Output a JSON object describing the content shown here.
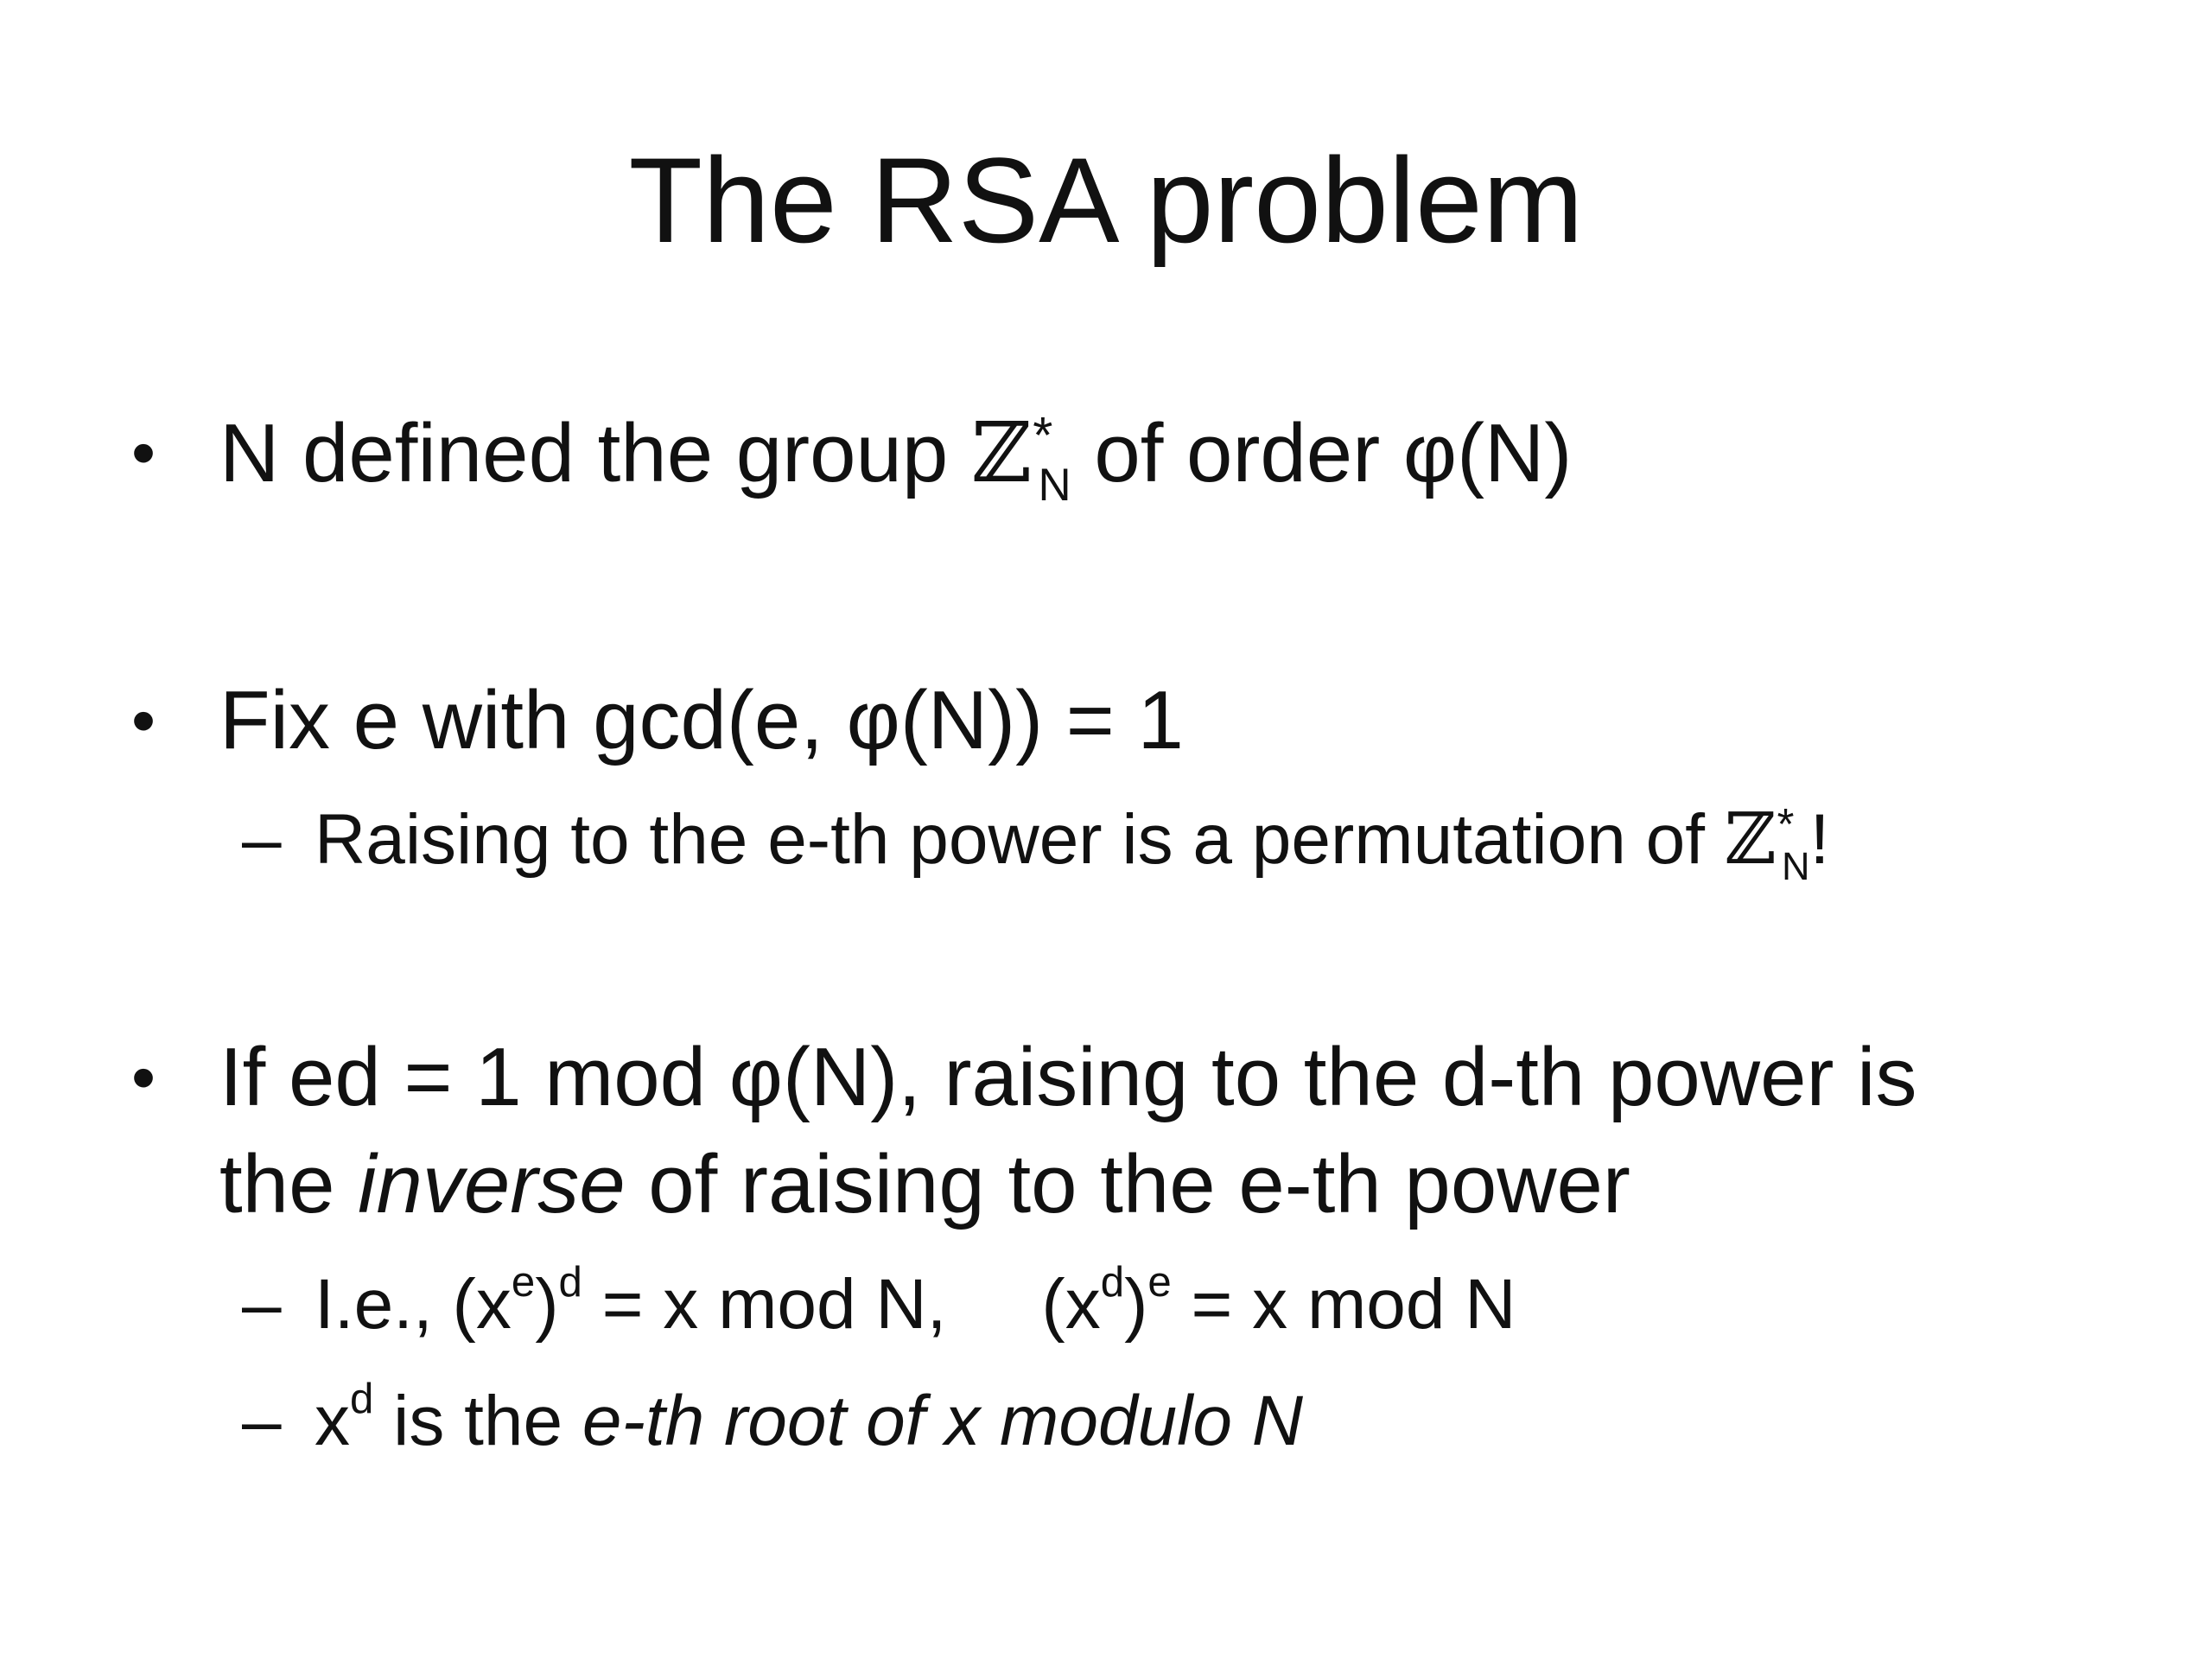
{
  "slide": {
    "title": "The RSA problem",
    "bullet_char": "•",
    "dash_char": "–",
    "bullets": [
      {
        "pre": "N defined the group ",
        "set_symbol": "ℤ",
        "set_star": "*",
        "set_sub": "N",
        "post": " of order φ(N)"
      },
      {
        "text": "Fix e with gcd(e, φ(N)) = 1",
        "subs": [
          {
            "pre": "Raising to the e-th power is a permutation of ",
            "set_symbol": "ℤ",
            "set_star": "*",
            "set_sub": "N",
            "post": "!"
          }
        ]
      },
      {
        "line1": "If ed = 1 mod φ(N), raising to the d-th power is",
        "line2_pre": "the ",
        "line2_em": "inverse",
        "line2_post": " of raising to the e-th power",
        "subs": [
          {
            "a1": "I.e., (x",
            "a1_sup_e": "e",
            "a1_close": ")",
            "a1_sup_d": "d",
            "a1_rest": " = x mod N,",
            "a2": "(x",
            "a2_sup_d": "d",
            "a2_close": ")",
            "a2_sup_e": "e",
            "a2_rest": " = x mod N"
          },
          {
            "pre": "x",
            "sup": "d",
            "mid": " is the ",
            "em": "e-th root of x modulo N"
          }
        ]
      }
    ]
  }
}
